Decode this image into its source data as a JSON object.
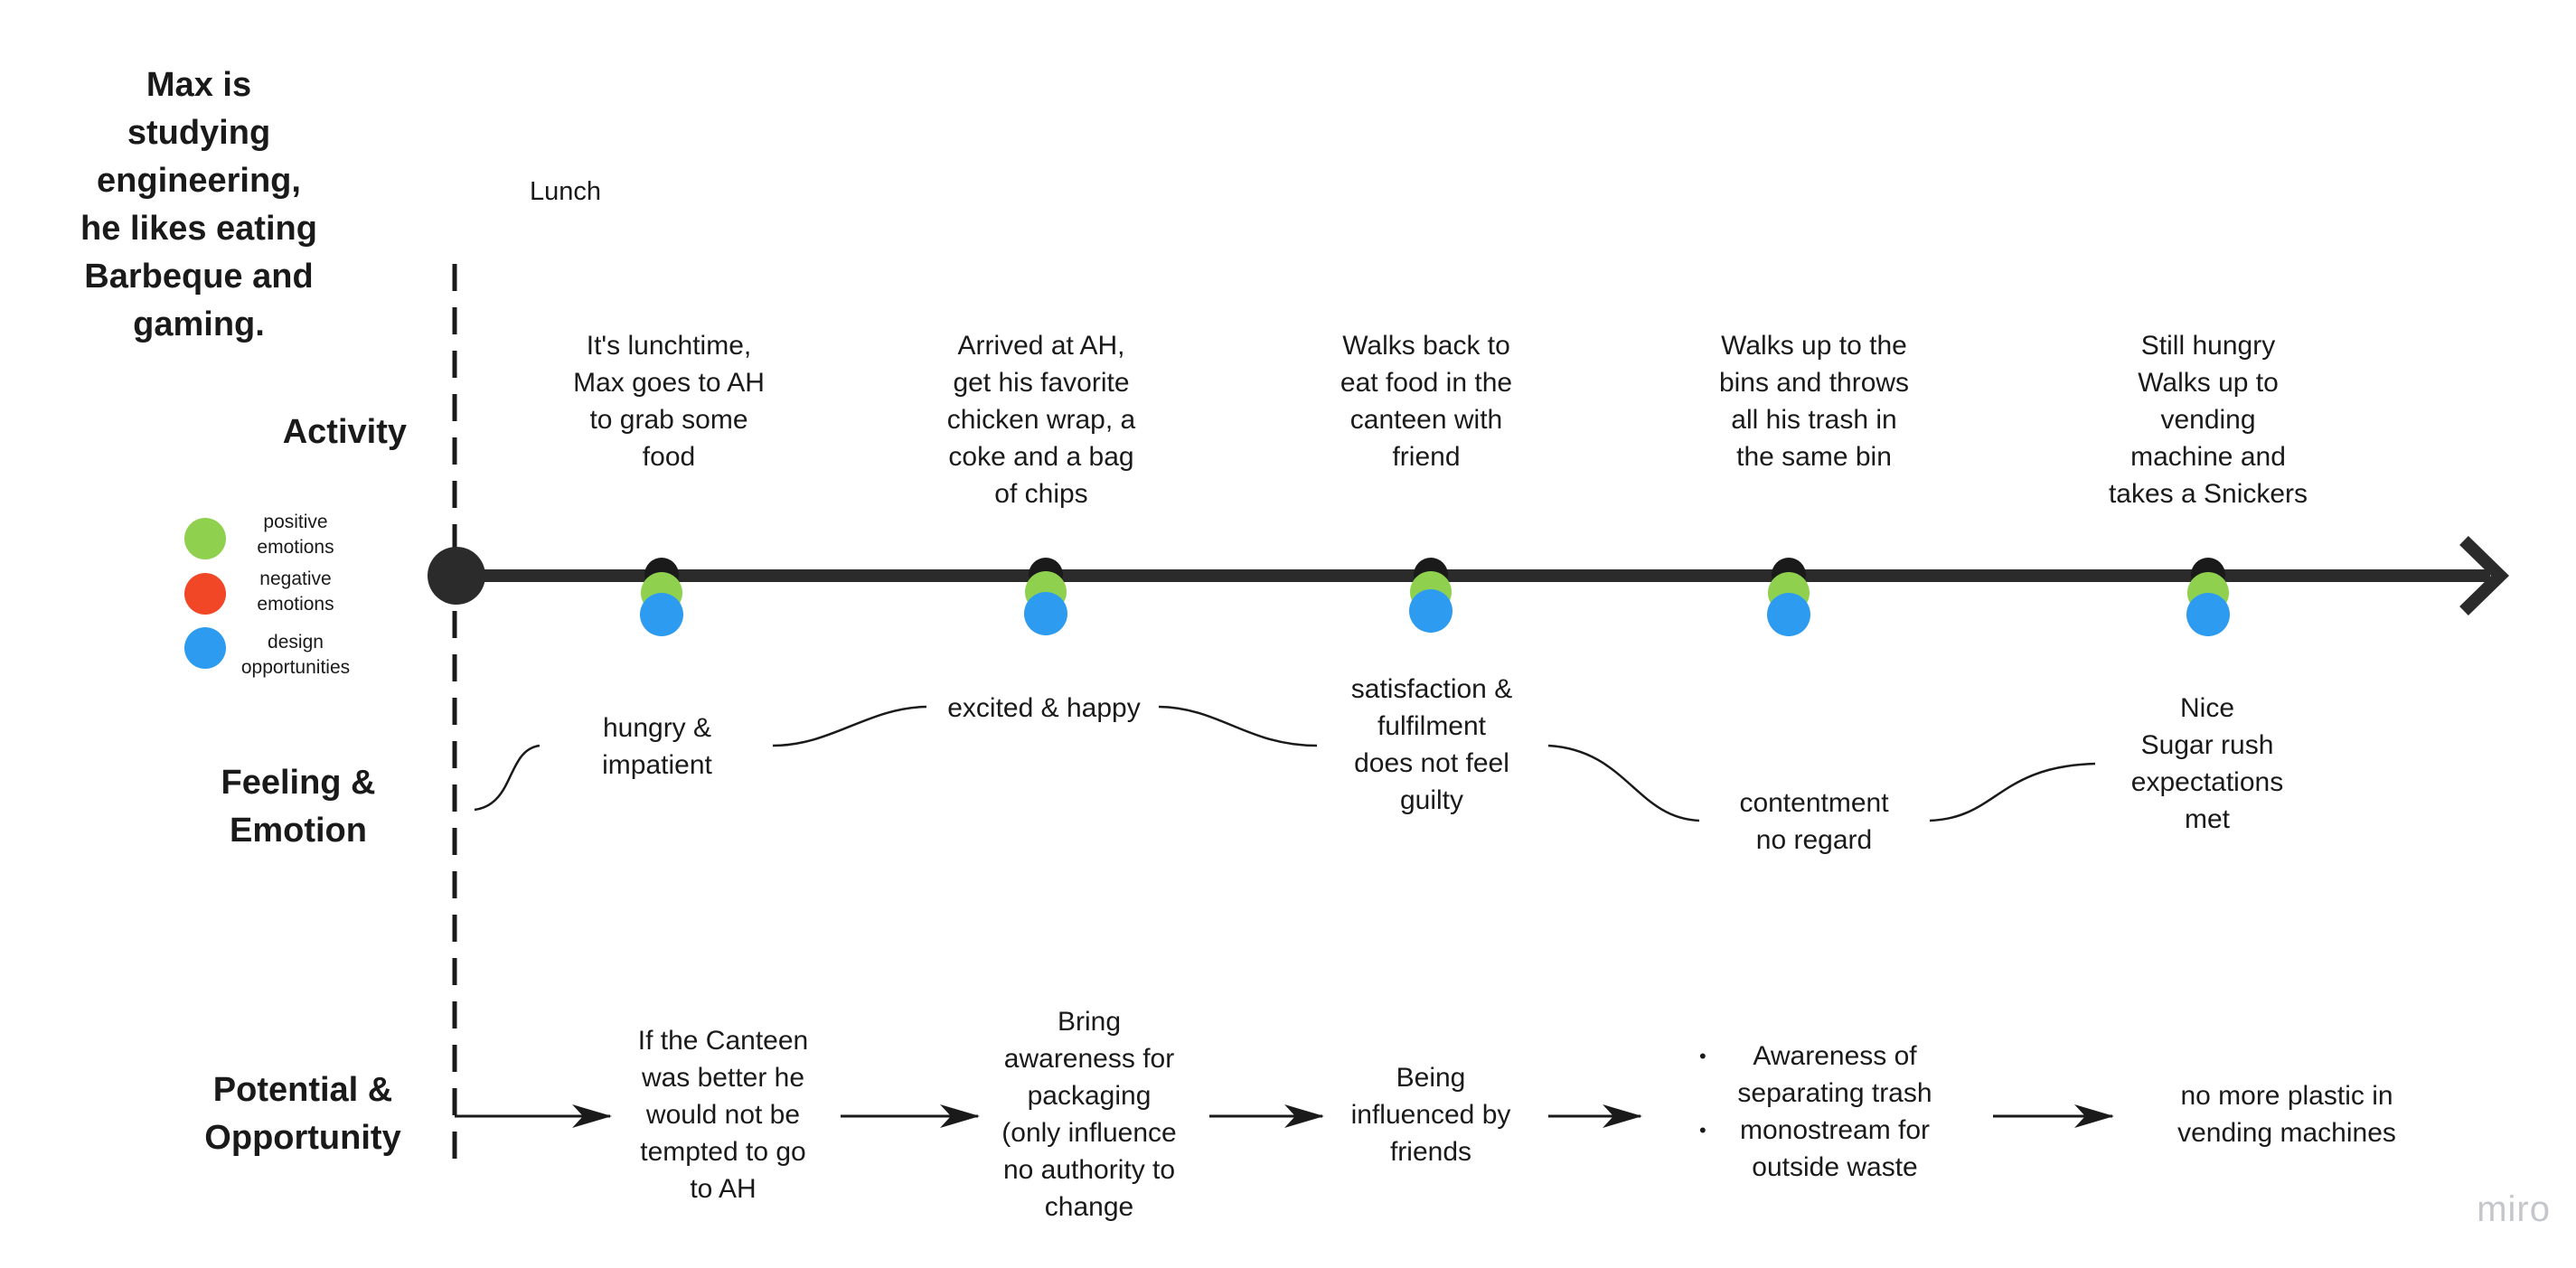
{
  "persona": "Max is\nstudying\nengineering,\nhe likes eating\nBarbeque and\ngaming.",
  "stage": "Lunch",
  "rows": {
    "activity": "Activity",
    "feeling": "Feeling &\nEmotion",
    "potential": "Potential &\nOpportunity"
  },
  "legend": [
    {
      "label": "positive\nemotions",
      "color": "#8fd14f"
    },
    {
      "label": "negative\nemotions",
      "color": "#f24726"
    },
    {
      "label": "design\nopportunities",
      "color": "#2d9bf0"
    }
  ],
  "activities": [
    "It's lunchtime,\nMax goes to AH\nto grab some\nfood",
    "Arrived at AH,\nget his favorite\nchicken wrap, a\ncoke and a bag\nof chips",
    "Walks back to\neat food in the\ncanteen with\nfriend",
    "Walks up to the\nbins and throws\nall his trash in\nthe same bin",
    "Still hungry\nWalks up to\nvending\nmachine and\ntakes a Snickers"
  ],
  "feelings": [
    "hungry &\nimpatient",
    "excited & happy",
    "satisfaction &\nfulfilment\ndoes not feel\nguilty",
    "contentment\nno regard",
    "Nice\nSugar rush\nexpectations\nmet"
  ],
  "potentials": {
    "p1": "If the Canteen\nwas better he\nwould not be\ntempted to go\nto AH",
    "p2": "Bring\nawareness for\npackaging\n(only influence\nno authority to\nchange",
    "p3": "Being\ninfluenced by\nfriends",
    "p4a": "Awareness of\nseparating trash",
    "p4b": "monostream for\noutside waste",
    "p5": "no more plastic in\nvending machines"
  },
  "watermark": "miro"
}
